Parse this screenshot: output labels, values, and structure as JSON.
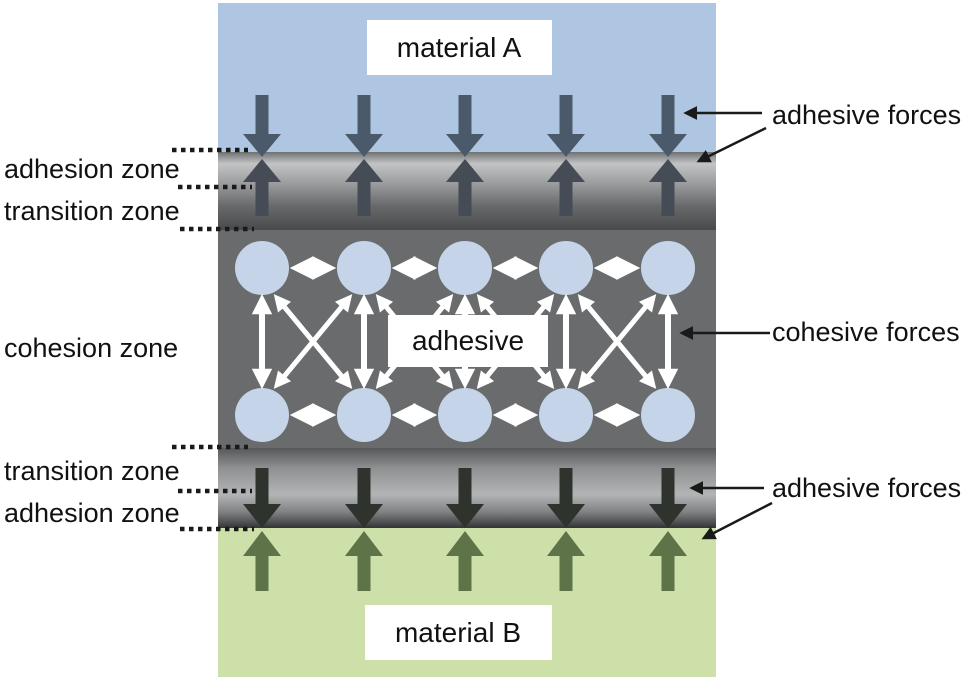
{
  "diagram": {
    "materials": {
      "top_label": "material A",
      "bottom_label": "material B"
    },
    "adhesive_label": "adhesive",
    "zone_labels_left": [
      {
        "label": "adhesion zone"
      },
      {
        "label": "transition zone"
      },
      {
        "label": "cohesion zone"
      },
      {
        "label": "transition zone"
      },
      {
        "label": "adhesion zone"
      }
    ],
    "force_labels_right": [
      {
        "label": "adhesive forces"
      },
      {
        "label": "cohesive forces"
      },
      {
        "label": "adhesive forces"
      }
    ],
    "colors": {
      "material_a_blue": "#aec6e1",
      "material_b_green": "#cde0a9",
      "cohesion_gray": "#696b6c",
      "molecule_blue": "#c5d4e8",
      "arrow_top_down": "#4b5a6b",
      "arrow_top_up": "#454c56",
      "arrow_bottom_down": "#2f332e",
      "arrow_bottom_up": "#5f7349",
      "force_arrow_white": "#ffffff",
      "leader_black": "#1a1a1a",
      "label_text": "#111111",
      "label_box_white": "#ffffff"
    }
  }
}
